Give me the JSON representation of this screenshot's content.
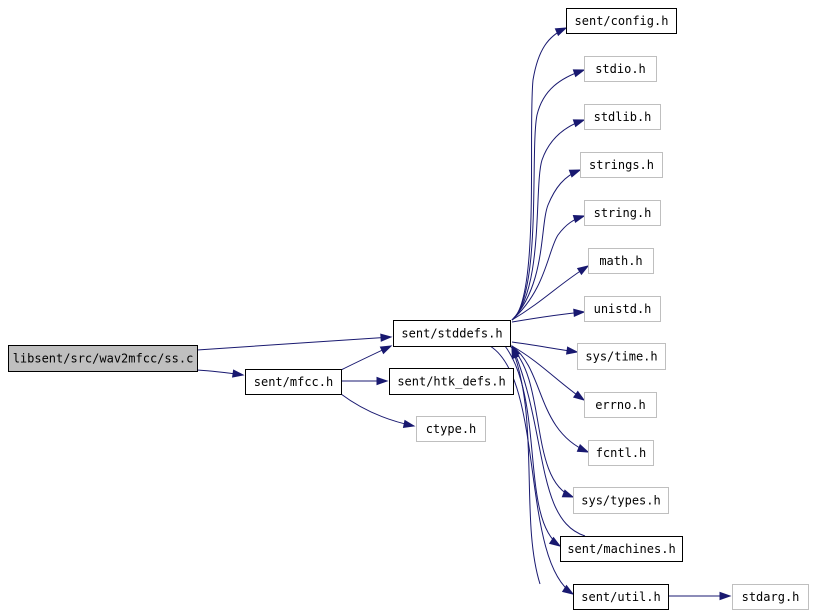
{
  "diagram": {
    "type": "include-dependency-graph",
    "colors": {
      "edge": "#191970",
      "root_fill": "#bfbfbf",
      "node_fill": "#ffffff",
      "documented_border": "#000000",
      "external_border": "#bfbfbf"
    },
    "nodes": [
      {
        "id": "ss_c",
        "label": "libsent/src/wav2mfcc/ss.c",
        "style": "root"
      },
      {
        "id": "stddefs_h",
        "label": "sent/stddefs.h",
        "style": "documented"
      },
      {
        "id": "mfcc_h",
        "label": "sent/mfcc.h",
        "style": "documented"
      },
      {
        "id": "htk_defs_h",
        "label": "sent/htk_defs.h",
        "style": "documented"
      },
      {
        "id": "ctype_h",
        "label": "ctype.h",
        "style": "external"
      },
      {
        "id": "config_h",
        "label": "sent/config.h",
        "style": "documented"
      },
      {
        "id": "stdio_h",
        "label": "stdio.h",
        "style": "external"
      },
      {
        "id": "stdlib_h",
        "label": "stdlib.h",
        "style": "external"
      },
      {
        "id": "strings_h",
        "label": "strings.h",
        "style": "external"
      },
      {
        "id": "string_h",
        "label": "string.h",
        "style": "external"
      },
      {
        "id": "math_h",
        "label": "math.h",
        "style": "external"
      },
      {
        "id": "unistd_h",
        "label": "unistd.h",
        "style": "external"
      },
      {
        "id": "systime_h",
        "label": "sys/time.h",
        "style": "external"
      },
      {
        "id": "errno_h",
        "label": "errno.h",
        "style": "external"
      },
      {
        "id": "fcntl_h",
        "label": "fcntl.h",
        "style": "external"
      },
      {
        "id": "systypes_h",
        "label": "sys/types.h",
        "style": "external"
      },
      {
        "id": "machines_h",
        "label": "sent/machines.h",
        "style": "documented"
      },
      {
        "id": "util_h",
        "label": "sent/util.h",
        "style": "documented"
      },
      {
        "id": "stdarg_h",
        "label": "stdarg.h",
        "style": "external"
      }
    ],
    "edges": [
      {
        "from": "ss_c",
        "to": "stddefs_h"
      },
      {
        "from": "ss_c",
        "to": "mfcc_h"
      },
      {
        "from": "mfcc_h",
        "to": "stddefs_h"
      },
      {
        "from": "mfcc_h",
        "to": "htk_defs_h"
      },
      {
        "from": "mfcc_h",
        "to": "ctype_h"
      },
      {
        "from": "stddefs_h",
        "to": "config_h"
      },
      {
        "from": "stddefs_h",
        "to": "stdio_h"
      },
      {
        "from": "stddefs_h",
        "to": "stdlib_h"
      },
      {
        "from": "stddefs_h",
        "to": "strings_h"
      },
      {
        "from": "stddefs_h",
        "to": "string_h"
      },
      {
        "from": "stddefs_h",
        "to": "math_h"
      },
      {
        "from": "stddefs_h",
        "to": "unistd_h"
      },
      {
        "from": "stddefs_h",
        "to": "systime_h"
      },
      {
        "from": "stddefs_h",
        "to": "errno_h"
      },
      {
        "from": "stddefs_h",
        "to": "fcntl_h"
      },
      {
        "from": "stddefs_h",
        "to": "systypes_h"
      },
      {
        "from": "stddefs_h",
        "to": "machines_h"
      },
      {
        "from": "stddefs_h",
        "to": "util_h"
      },
      {
        "from": "machines_h",
        "to": "stddefs_h"
      },
      {
        "from": "util_h",
        "to": "stddefs_h"
      },
      {
        "from": "util_h",
        "to": "stdarg_h"
      }
    ]
  }
}
